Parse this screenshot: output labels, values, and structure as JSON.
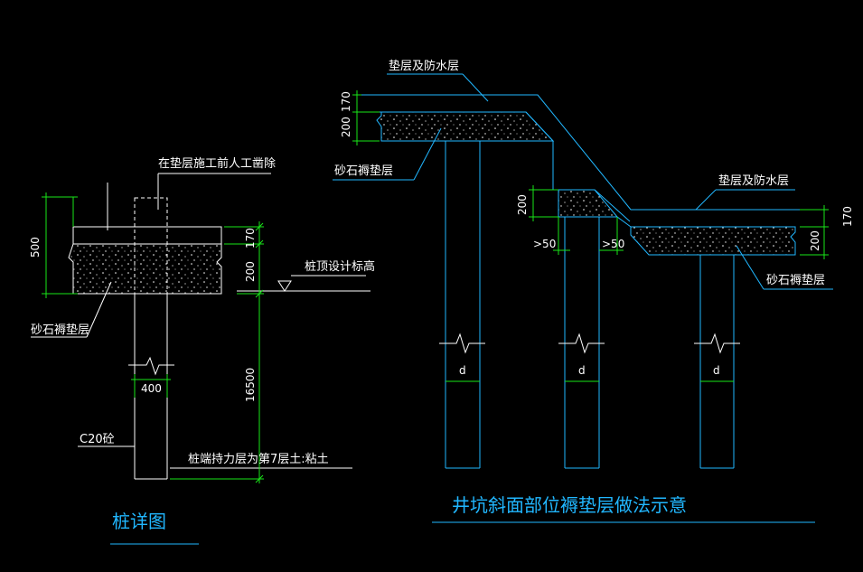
{
  "pile_detail": {
    "title": "桩详图",
    "note_remove_top": "在垫层施工前人工凿除",
    "label_gravel": "砂石褥垫层",
    "label_pile_top_elev": "桩顶设计标高",
    "label_concrete": "C20砼",
    "label_bearing": "桩端持力层为第7层土:粘土",
    "dim_500": "500",
    "dim_170": "170",
    "dim_200": "200",
    "dim_16500": "16500",
    "dim_400": "400"
  },
  "pit_detail": {
    "title": "井坑斜面部位褥垫层做法示意",
    "label_cushion_waterproof_1": "垫层及防水层",
    "label_cushion_waterproof_2": "垫层及防水层",
    "label_gravel_1": "砂石褥垫层",
    "label_gravel_2": "砂石褥垫层",
    "dim_170_left": "170",
    "dim_200_left": "200",
    "dim_200_mid": "200",
    "dim_170_right": "170",
    "dim_200_right": "200",
    "dim_gt50_1": ">50",
    "dim_gt50_2": ">50",
    "pile_d_1": "d",
    "pile_d_2": "d",
    "pile_d_3": "d"
  },
  "colors": {
    "background": "#000000",
    "dimension": "#19e619",
    "structure": "#21b7ff",
    "text": "#ffffff",
    "title": "#21b7ff"
  }
}
